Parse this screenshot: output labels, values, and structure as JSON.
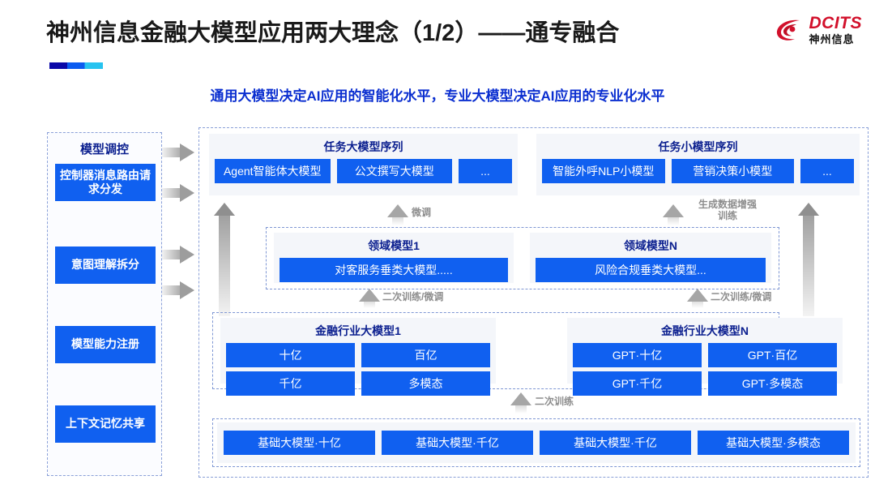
{
  "header": {
    "title": "神州信息金融大模型应用两大理念（1/2）——通专融合",
    "subtitle": "通用大模型决定AI应用的智能化水平，专业大模型决定AI应用的专业化水平",
    "logo_en": "DCITS",
    "logo_cn": "神州信息",
    "logo_icon": "dcits-swirl-logo",
    "accent_color": "#0b2fd0",
    "logo_color": "#d2102b",
    "chip_color": "#1060f0"
  },
  "sidebar": {
    "title": "模型调控",
    "items": [
      {
        "label": "控制器消息路由请求分发"
      },
      {
        "label": "意图理解拆分"
      },
      {
        "label": "模型能力注册"
      },
      {
        "label": "上下文记忆共享"
      }
    ]
  },
  "layers": {
    "task_models": {
      "left": {
        "title": "任务大模型序列",
        "chips": [
          "Agent智能体大模型",
          "公文撰写大模型",
          "..."
        ]
      },
      "right": {
        "title": "任务小模型序列",
        "chips": [
          "智能外呼NLP小模型",
          "营销决策小模型",
          "..."
        ]
      }
    },
    "domain_models": {
      "left": {
        "title": "领域模型1",
        "chips": [
          "对客服务垂类大模型....."
        ]
      },
      "right": {
        "title": "领域模型N",
        "chips": [
          "风险合规垂类大模型..."
        ]
      }
    },
    "industry_models": {
      "left": {
        "title": "金融行业大模型1",
        "rows": [
          [
            "十亿",
            "百亿"
          ],
          [
            "千亿",
            "多模态"
          ]
        ]
      },
      "right": {
        "title": "金融行业大模型N",
        "rows": [
          [
            "GPT·十亿",
            "GPT·百亿"
          ],
          [
            "GPT·千亿",
            "GPT·多模态"
          ]
        ]
      }
    },
    "base_models": {
      "chips": [
        "基础大模型·十亿",
        "基础大模型·千亿",
        "基础大模型·千亿",
        "基础大模型·多模态"
      ]
    }
  },
  "arrow_labels": {
    "finetune_left": "微调",
    "data_aug_right": "生成数据增强\n训练",
    "data_aug_right_line1": "生成数据增强",
    "data_aug_right_line2": "训练",
    "retrain_left": "二次训练/微调",
    "retrain_right": "二次训练/微调",
    "retrain_base": "二次训练"
  }
}
